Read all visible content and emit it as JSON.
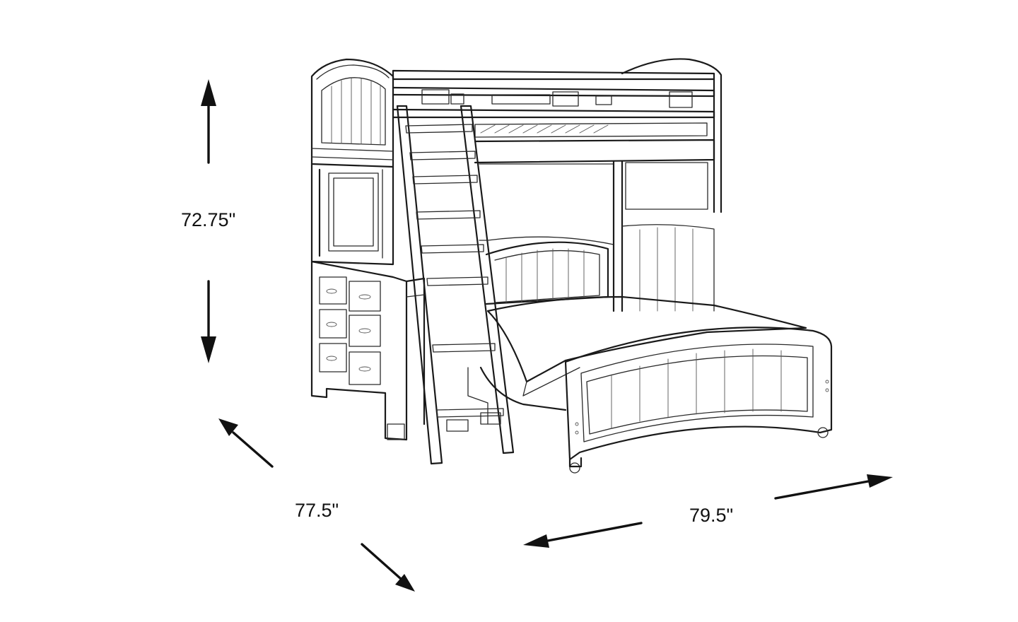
{
  "dimensions": {
    "height": "72.75\"",
    "depth": "77.5\"",
    "width": "79.5\""
  },
  "colors": {
    "line": "#1a1a1a",
    "background": "#ffffff"
  }
}
